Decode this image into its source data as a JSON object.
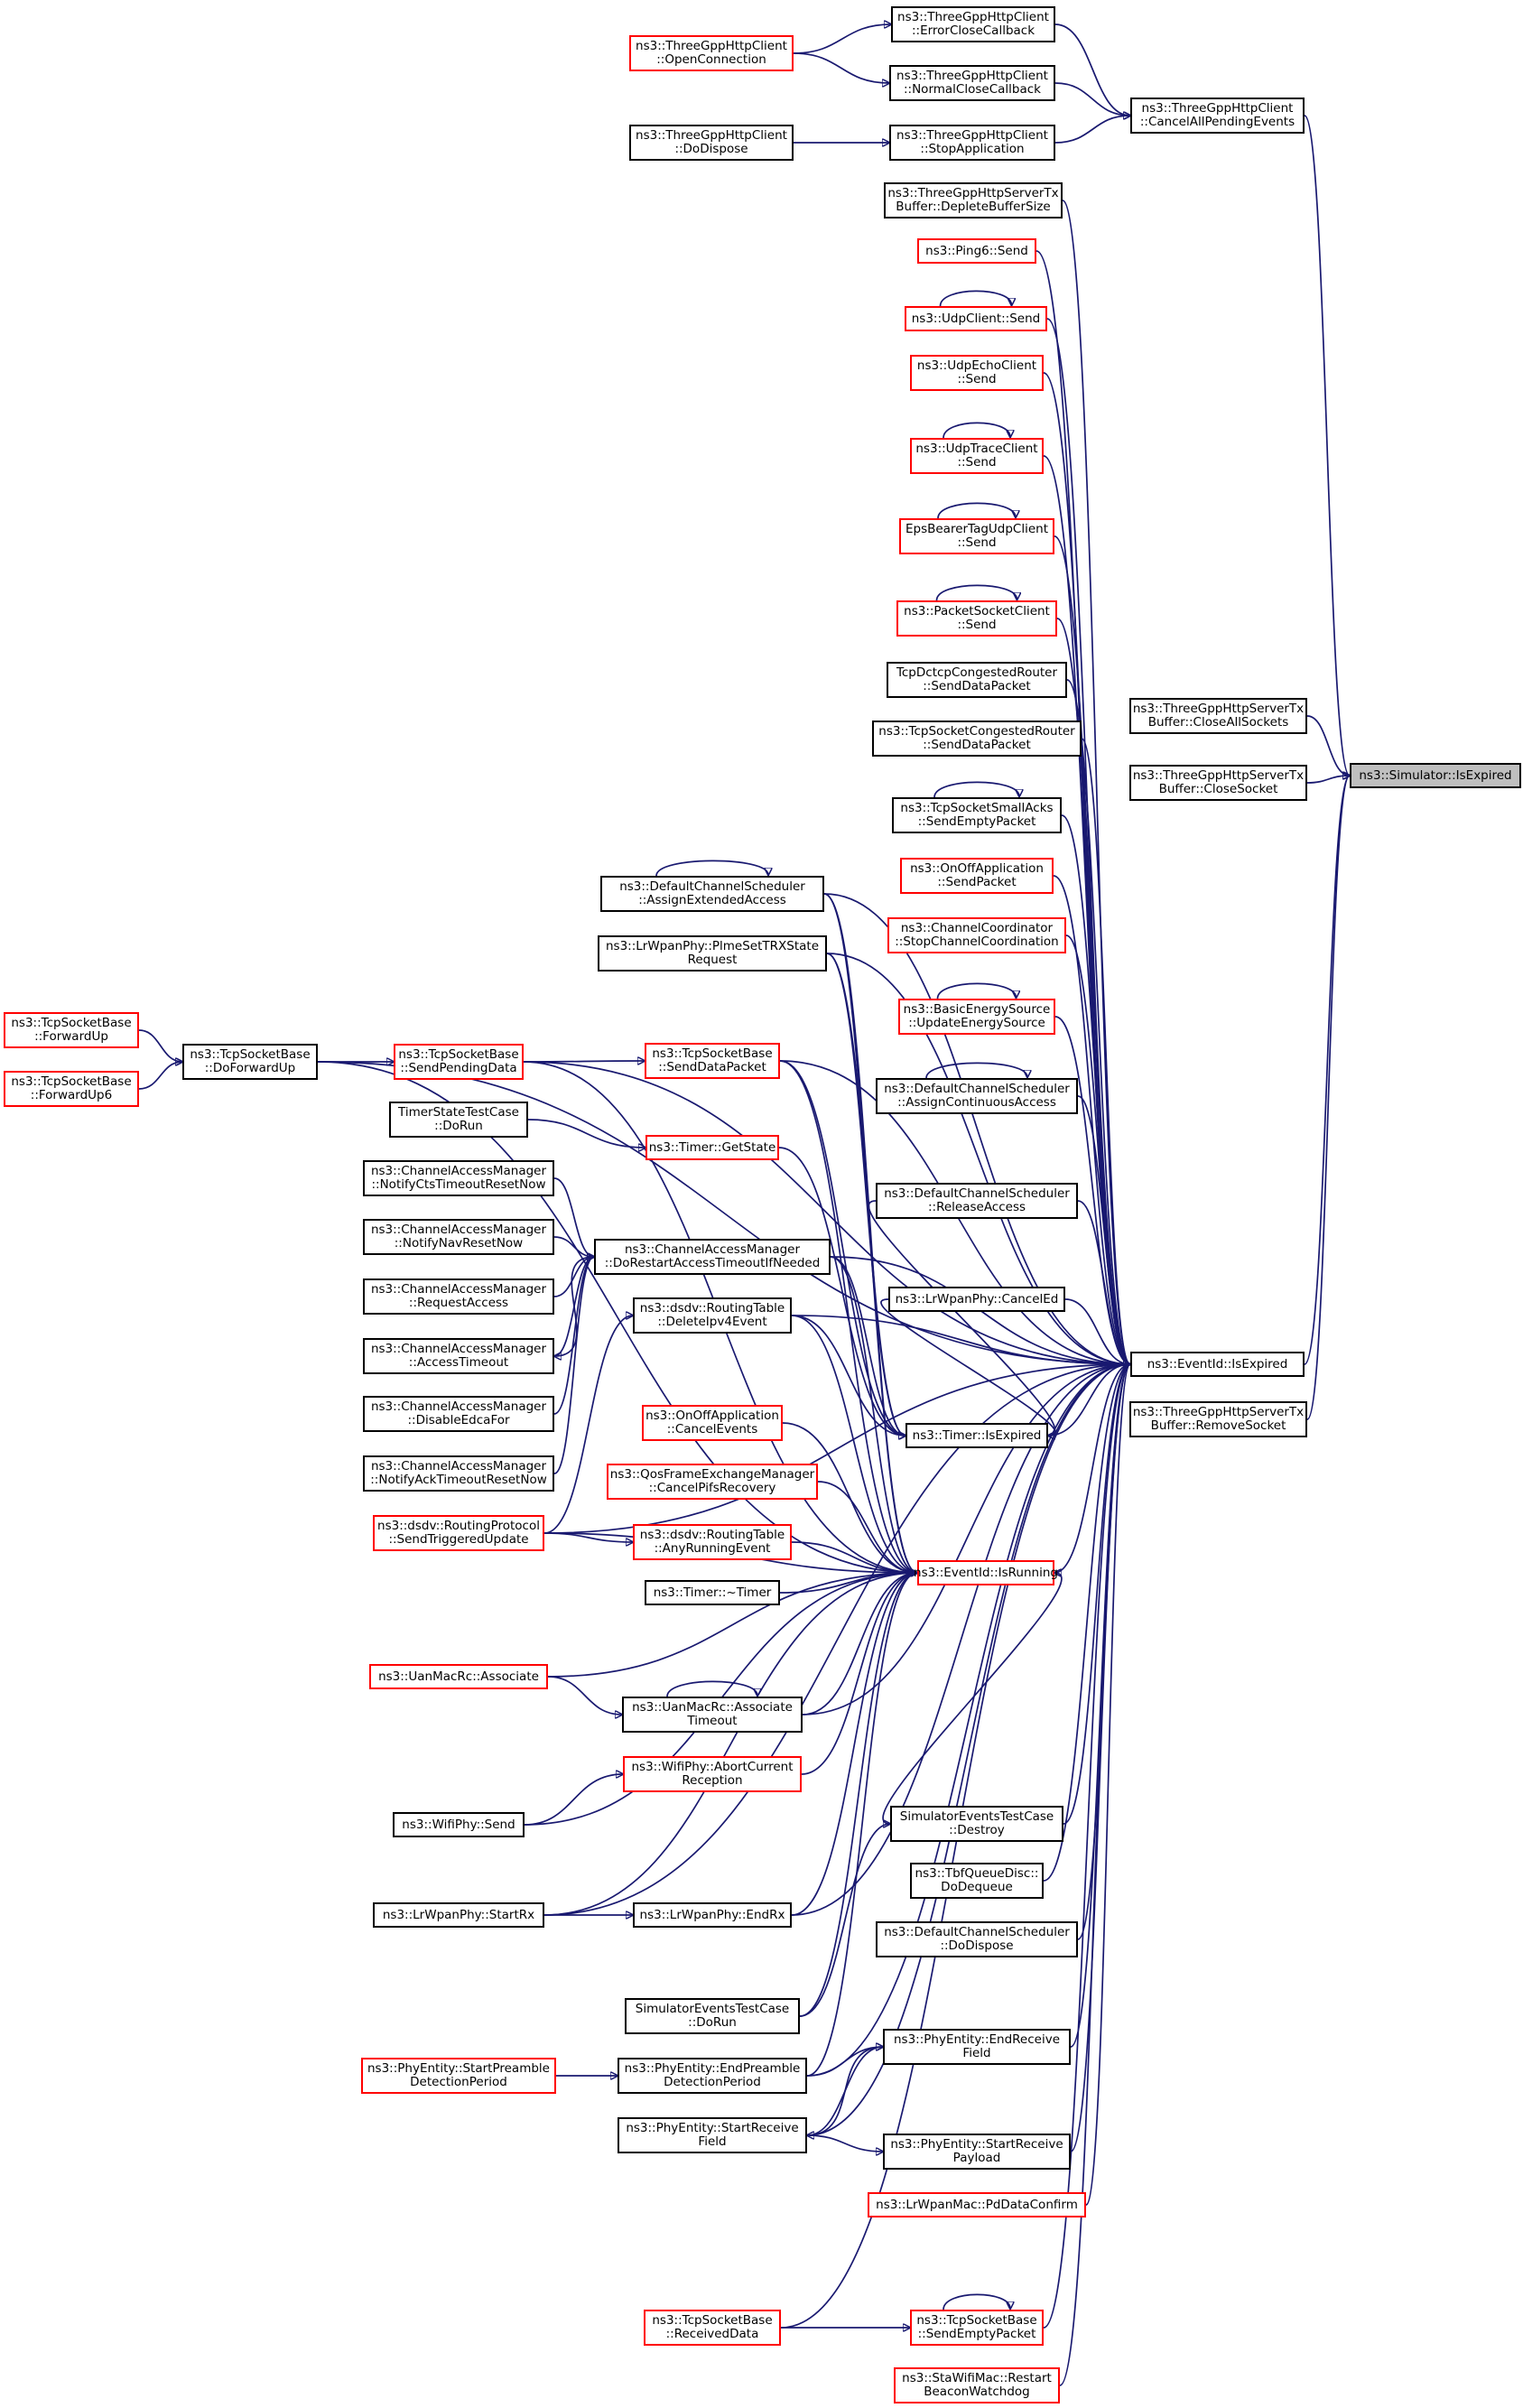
{
  "root": {
    "id": "N0",
    "label": "ns3::Simulator::IsExpired"
  },
  "nodes": [
    {
      "id": "N1",
      "label": "ns3::ThreeGppHttpClient\n::CancelAllPendingEvents",
      "border": "black"
    },
    {
      "id": "N2",
      "label": "ns3::ThreeGppHttpClient\n::ErrorCloseCallback",
      "border": "black"
    },
    {
      "id": "N3",
      "label": "ns3::ThreeGppHttpClient\n::OpenConnection",
      "border": "red"
    },
    {
      "id": "N4",
      "label": "ns3::ThreeGppHttpClient\n::NormalCloseCallback",
      "border": "black"
    },
    {
      "id": "N5",
      "label": "ns3::ThreeGppHttpClient\n::StopApplication",
      "border": "black"
    },
    {
      "id": "N6",
      "label": "ns3::ThreeGppHttpClient\n::DoDispose",
      "border": "black"
    },
    {
      "id": "N7",
      "label": "ns3::ThreeGppHttpServerTx\nBuffer::CloseAllSockets",
      "border": "black"
    },
    {
      "id": "N8",
      "label": "ns3::ThreeGppHttpServerTx\nBuffer::CloseSocket",
      "border": "black"
    },
    {
      "id": "N9",
      "label": "ns3::EventId::IsExpired",
      "border": "black"
    },
    {
      "id": "N10",
      "label": "ns3::ThreeGppHttpServerTx\nBuffer::RemoveSocket",
      "border": "black"
    },
    {
      "id": "N11",
      "label": "ns3::ThreeGppHttpServerTx\nBuffer::DepleteBufferSize",
      "border": "black"
    },
    {
      "id": "N12",
      "label": "ns3::Ping6::Send",
      "border": "red"
    },
    {
      "id": "N13",
      "label": "ns3::UdpClient::Send",
      "border": "red"
    },
    {
      "id": "N14",
      "label": "ns3::UdpEchoClient\n::Send",
      "border": "red"
    },
    {
      "id": "N15",
      "label": "ns3::UdpTraceClient\n::Send",
      "border": "red"
    },
    {
      "id": "N16",
      "label": "EpsBearerTagUdpClient\n::Send",
      "border": "red"
    },
    {
      "id": "N17",
      "label": "ns3::PacketSocketClient\n::Send",
      "border": "red"
    },
    {
      "id": "N18",
      "label": "TcpDctcpCongestedRouter\n::SendDataPacket",
      "border": "black"
    },
    {
      "id": "N19",
      "label": "ns3::TcpSocketCongestedRouter\n::SendDataPacket",
      "border": "black"
    },
    {
      "id": "N20",
      "label": "ns3::TcpSocketSmallAcks\n::SendEmptyPacket",
      "border": "black"
    },
    {
      "id": "N21",
      "label": "ns3::OnOffApplication\n::SendPacket",
      "border": "red"
    },
    {
      "id": "N22",
      "label": "ns3::ChannelCoordinator\n::StopChannelCoordination",
      "border": "red"
    },
    {
      "id": "N23",
      "label": "ns3::BasicEnergySource\n::UpdateEnergySource",
      "border": "red"
    },
    {
      "id": "N24",
      "label": "ns3::DefaultChannelScheduler\n::AssignContinuousAccess",
      "border": "black"
    },
    {
      "id": "N25",
      "label": "ns3::DefaultChannelScheduler\n::ReleaseAccess",
      "border": "black"
    },
    {
      "id": "N26",
      "label": "ns3::LrWpanPhy::CancelEd",
      "border": "black"
    },
    {
      "id": "N27",
      "label": "ns3::Timer::IsExpired",
      "border": "black"
    },
    {
      "id": "N28",
      "label": "ns3::EventId::IsRunning",
      "border": "red"
    },
    {
      "id": "N29",
      "label": "SimulatorEventsTestCase\n::Destroy",
      "border": "black"
    },
    {
      "id": "N30",
      "label": "ns3::TbfQueueDisc::\nDoDequeue",
      "border": "black"
    },
    {
      "id": "N31",
      "label": "ns3::DefaultChannelScheduler\n::DoDispose",
      "border": "black"
    },
    {
      "id": "N32",
      "label": "ns3::PhyEntity::EndReceive\nField",
      "border": "black"
    },
    {
      "id": "N33",
      "label": "ns3::PhyEntity::StartReceive\nPayload",
      "border": "black"
    },
    {
      "id": "N34",
      "label": "ns3::LrWpanMac::PdDataConfirm",
      "border": "red"
    },
    {
      "id": "N35",
      "label": "ns3::TcpSocketBase\n::SendEmptyPacket",
      "border": "red"
    },
    {
      "id": "N36",
      "label": "ns3::StaWifiMac::Restart\nBeaconWatchdog",
      "border": "red"
    },
    {
      "id": "N37",
      "label": "ns3::DefaultChannelScheduler\n::AssignExtendedAccess",
      "border": "black"
    },
    {
      "id": "N38",
      "label": "ns3::LrWpanPhy::PlmeSetTRXState\nRequest",
      "border": "black"
    },
    {
      "id": "N39",
      "label": "ns3::TcpSocketBase\n::SendDataPacket",
      "border": "red"
    },
    {
      "id": "N40",
      "label": "ns3::Timer::GetState",
      "border": "red"
    },
    {
      "id": "N41",
      "label": "ns3::ChannelAccessManager\n::DoRestartAccessTimeoutIfNeeded",
      "border": "black"
    },
    {
      "id": "N42",
      "label": "ns3::dsdv::RoutingTable\n::DeleteIpv4Event",
      "border": "black"
    },
    {
      "id": "N43",
      "label": "ns3::OnOffApplication\n::CancelEvents",
      "border": "red"
    },
    {
      "id": "N44",
      "label": "ns3::QosFrameExchangeManager\n::CancelPifsRecovery",
      "border": "red"
    },
    {
      "id": "N45",
      "label": "ns3::dsdv::RoutingTable\n::AnyRunningEvent",
      "border": "red"
    },
    {
      "id": "N46",
      "label": "ns3::Timer::~Timer",
      "border": "black"
    },
    {
      "id": "N47",
      "label": "ns3::UanMacRc::Associate\nTimeout",
      "border": "black"
    },
    {
      "id": "N48",
      "label": "ns3::WifiPhy::AbortCurrent\nReception",
      "border": "red"
    },
    {
      "id": "N49",
      "label": "ns3::LrWpanPhy::EndRx",
      "border": "black"
    },
    {
      "id": "N50",
      "label": "SimulatorEventsTestCase\n::DoRun",
      "border": "black"
    },
    {
      "id": "N51",
      "label": "ns3::PhyEntity::EndPreamble\nDetectionPeriod",
      "border": "black"
    },
    {
      "id": "N52",
      "label": "ns3::PhyEntity::StartReceive\nField",
      "border": "black"
    },
    {
      "id": "N53",
      "label": "ns3::TcpSocketBase\n::ReceivedData",
      "border": "red"
    },
    {
      "id": "N54",
      "label": "ns3::TcpSocketBase\n::DoForwardUp",
      "border": "black"
    },
    {
      "id": "N55",
      "label": "ns3::TcpSocketBase\n::SendPendingData",
      "border": "red"
    },
    {
      "id": "N56",
      "label": "TimerStateTestCase\n::DoRun",
      "border": "black"
    },
    {
      "id": "N57",
      "label": "ns3::ChannelAccessManager\n::NotifyCtsTimeoutResetNow",
      "border": "black"
    },
    {
      "id": "N58",
      "label": "ns3::ChannelAccessManager\n::NotifyNavResetNow",
      "border": "black"
    },
    {
      "id": "N59",
      "label": "ns3::ChannelAccessManager\n::RequestAccess",
      "border": "black"
    },
    {
      "id": "N60",
      "label": "ns3::ChannelAccessManager\n::AccessTimeout",
      "border": "black"
    },
    {
      "id": "N61",
      "label": "ns3::ChannelAccessManager\n::DisableEdcaFor",
      "border": "black"
    },
    {
      "id": "N62",
      "label": "ns3::ChannelAccessManager\n::NotifyAckTimeoutResetNow",
      "border": "black"
    },
    {
      "id": "N63",
      "label": "ns3::dsdv::RoutingProtocol\n::SendTriggeredUpdate",
      "border": "red"
    },
    {
      "id": "N64",
      "label": "ns3::UanMacRc::Associate",
      "border": "red"
    },
    {
      "id": "N65",
      "label": "ns3::WifiPhy::Send",
      "border": "black"
    },
    {
      "id": "N66",
      "label": "ns3::LrWpanPhy::StartRx",
      "border": "black"
    },
    {
      "id": "N67",
      "label": "ns3::PhyEntity::StartPreamble\nDetectionPeriod",
      "border": "red"
    },
    {
      "id": "N68",
      "label": "ns3::TcpSocketBase\n::ForwardUp",
      "border": "red"
    },
    {
      "id": "N69",
      "label": "ns3::TcpSocketBase\n::ForwardUp6",
      "border": "red"
    }
  ],
  "edges": [
    [
      "N1",
      "N0"
    ],
    [
      "N7",
      "N0"
    ],
    [
      "N8",
      "N0"
    ],
    [
      "N9",
      "N0"
    ],
    [
      "N10",
      "N0"
    ],
    [
      "N2",
      "N1"
    ],
    [
      "N4",
      "N1"
    ],
    [
      "N5",
      "N1"
    ],
    [
      "N3",
      "N2"
    ],
    [
      "N3",
      "N4"
    ],
    [
      "N6",
      "N5"
    ],
    [
      "N11",
      "N9"
    ],
    [
      "N12",
      "N9"
    ],
    [
      "N13",
      "N9"
    ],
    [
      "N14",
      "N9"
    ],
    [
      "N15",
      "N9"
    ],
    [
      "N16",
      "N9"
    ],
    [
      "N17",
      "N9"
    ],
    [
      "N18",
      "N9"
    ],
    [
      "N19",
      "N9"
    ],
    [
      "N20",
      "N9"
    ],
    [
      "N21",
      "N9"
    ],
    [
      "N22",
      "N9"
    ],
    [
      "N23",
      "N9"
    ],
    [
      "N24",
      "N9"
    ],
    [
      "N25",
      "N9"
    ],
    [
      "N26",
      "N9"
    ],
    [
      "N27",
      "N9"
    ],
    [
      "N28",
      "N9"
    ],
    [
      "N29",
      "N9"
    ],
    [
      "N30",
      "N9"
    ],
    [
      "N31",
      "N9"
    ],
    [
      "N32",
      "N9"
    ],
    [
      "N33",
      "N9"
    ],
    [
      "N34",
      "N9"
    ],
    [
      "N35",
      "N9"
    ],
    [
      "N36",
      "N9"
    ],
    [
      "N37",
      "N9"
    ],
    [
      "N38",
      "N9"
    ],
    [
      "N39",
      "N9"
    ],
    [
      "N41",
      "N9"
    ],
    [
      "N42",
      "N9"
    ],
    [
      "N47",
      "N9"
    ],
    [
      "N49",
      "N9"
    ],
    [
      "N51",
      "N9"
    ],
    [
      "N52",
      "N9"
    ],
    [
      "N53",
      "N9"
    ],
    [
      "N54",
      "N9"
    ],
    [
      "N55",
      "N9"
    ],
    [
      "N63",
      "N9"
    ],
    [
      "N66",
      "N9"
    ],
    [
      "N37",
      "N27"
    ],
    [
      "N38",
      "N27"
    ],
    [
      "N39",
      "N27"
    ],
    [
      "N40",
      "N27"
    ],
    [
      "N41",
      "N27"
    ],
    [
      "N42",
      "N27"
    ],
    [
      "N25",
      "N27"
    ],
    [
      "N26",
      "N27"
    ],
    [
      "N37",
      "N28"
    ],
    [
      "N38",
      "N28"
    ],
    [
      "N39",
      "N28"
    ],
    [
      "N41",
      "N28"
    ],
    [
      "N42",
      "N28"
    ],
    [
      "N43",
      "N28"
    ],
    [
      "N44",
      "N28"
    ],
    [
      "N45",
      "N28"
    ],
    [
      "N46",
      "N28"
    ],
    [
      "N47",
      "N28"
    ],
    [
      "N48",
      "N28"
    ],
    [
      "N49",
      "N28"
    ],
    [
      "N50",
      "N28"
    ],
    [
      "N51",
      "N28"
    ],
    [
      "N64",
      "N28"
    ],
    [
      "N65",
      "N28"
    ],
    [
      "N66",
      "N28"
    ],
    [
      "N54",
      "N28"
    ],
    [
      "N55",
      "N28"
    ],
    [
      "N63",
      "N28"
    ],
    [
      "N29",
      "N28"
    ],
    [
      "N68",
      "N54"
    ],
    [
      "N69",
      "N54"
    ],
    [
      "N54",
      "N55"
    ],
    [
      "N55",
      "N39"
    ],
    [
      "N56",
      "N40"
    ],
    [
      "N57",
      "N41"
    ],
    [
      "N58",
      "N41"
    ],
    [
      "N59",
      "N41"
    ],
    [
      "N60",
      "N41"
    ],
    [
      "N61",
      "N41"
    ],
    [
      "N62",
      "N41"
    ],
    [
      "N41",
      "N60"
    ],
    [
      "N63",
      "N42"
    ],
    [
      "N63",
      "N45"
    ],
    [
      "N64",
      "N47"
    ],
    [
      "N65",
      "N48"
    ],
    [
      "N66",
      "N49"
    ],
    [
      "N50",
      "N29"
    ],
    [
      "N67",
      "N51"
    ],
    [
      "N51",
      "N32"
    ],
    [
      "N52",
      "N32"
    ],
    [
      "N52",
      "N33"
    ],
    [
      "N32",
      "N52"
    ],
    [
      "N53",
      "N35"
    ],
    [
      "N13",
      "N13"
    ],
    [
      "N15",
      "N15"
    ],
    [
      "N16",
      "N16"
    ],
    [
      "N17",
      "N17"
    ],
    [
      "N20",
      "N20"
    ],
    [
      "N23",
      "N23"
    ],
    [
      "N24",
      "N24"
    ],
    [
      "N37",
      "N37"
    ],
    [
      "N47",
      "N47"
    ],
    [
      "N35",
      "N35"
    ]
  ]
}
